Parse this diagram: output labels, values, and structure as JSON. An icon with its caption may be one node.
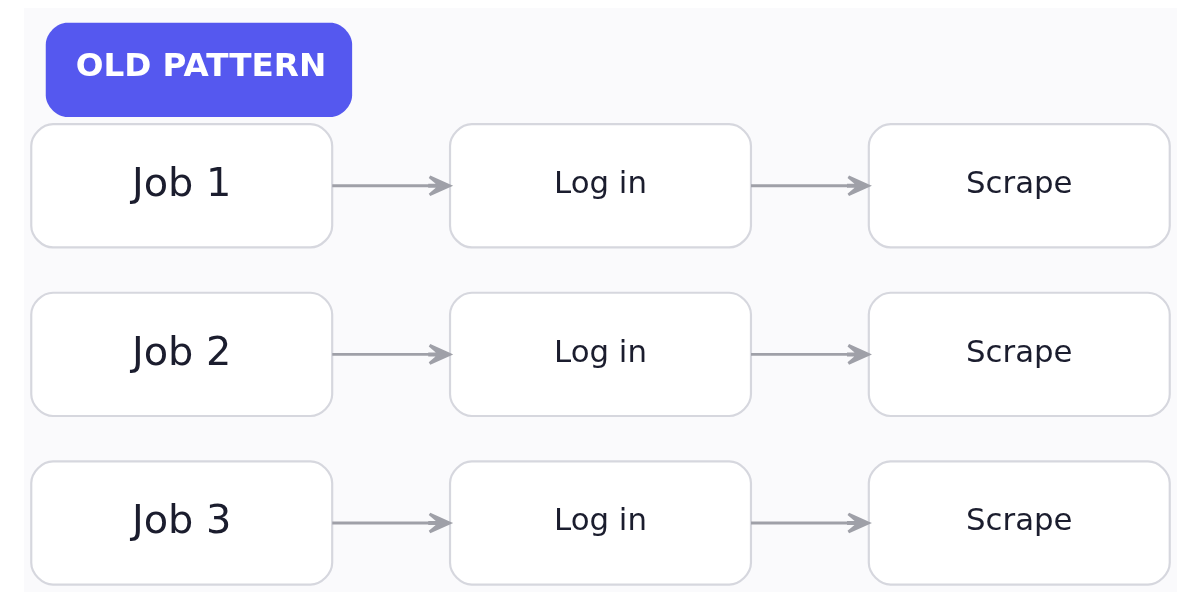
{
  "diagram": {
    "title": "OLD PATTERN",
    "nodes": [
      {
        "text": [
          "Job 1"
        ]
      },
      {
        "text": [
          "Log in"
        ]
      },
      {
        "text": [
          "Scrape"
        ]
      },
      {
        "text": [
          "Job 2"
        ]
      },
      {
        "text": [
          "Log in"
        ]
      },
      {
        "text": [
          "Scrape"
        ]
      },
      {
        "text": [
          "Job 3"
        ]
      },
      {
        "text": [
          "Log in"
        ]
      },
      {
        "text": [
          "Scrape"
        ]
      }
    ],
    "edges": [
      {
        "from": 0,
        "to": 1,
        "arrow": "to"
      },
      {
        "from": 1,
        "to": 2,
        "arrow": "to"
      },
      {
        "from": 3,
        "to": 4,
        "arrow": "to"
      },
      {
        "from": 4,
        "to": 5,
        "arrow": "to"
      },
      {
        "from": 6,
        "to": 7,
        "arrow": "to"
      },
      {
        "from": 7,
        "to": 8,
        "arrow": "to"
      }
    ]
  }
}
